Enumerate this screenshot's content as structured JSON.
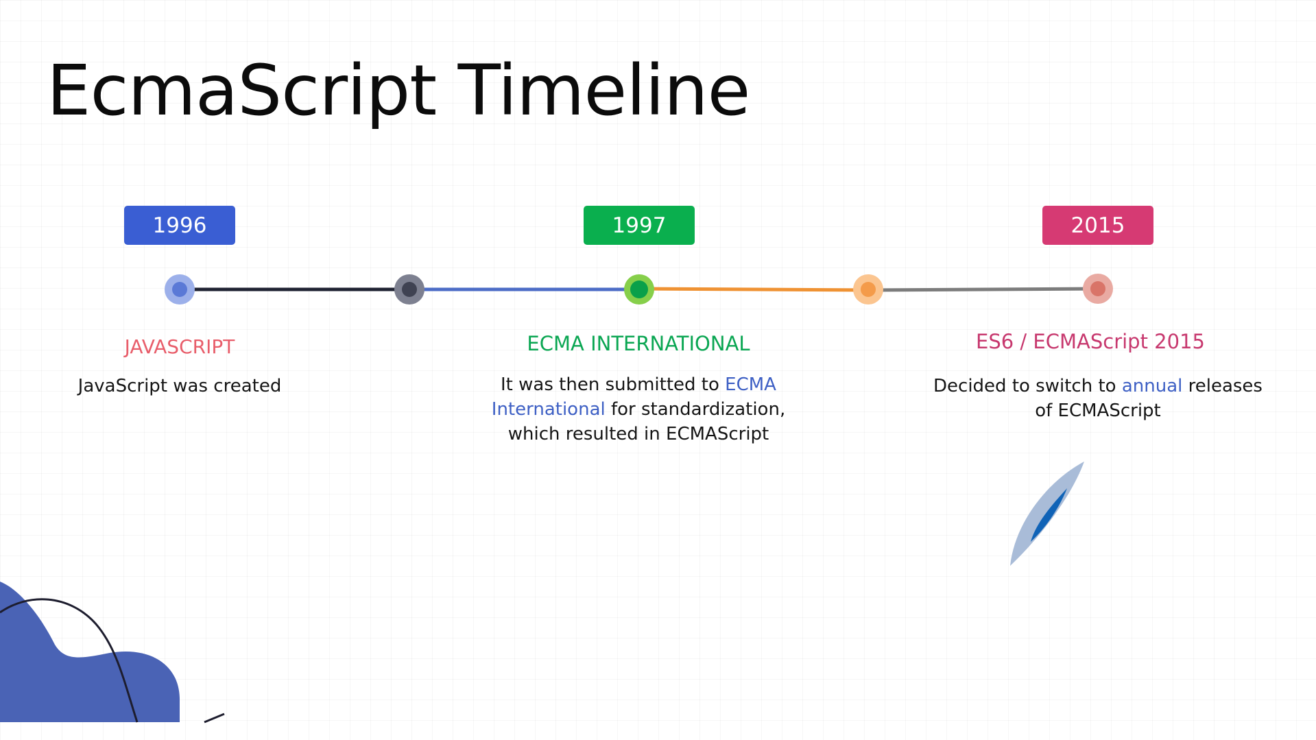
{
  "slide": {
    "title": "EcmaScript Timeline"
  },
  "colors": {
    "blue": "#3a5ed3",
    "green": "#0aaf4e",
    "pink": "#d63a73",
    "link_blue": "#3d5fc4",
    "heading_red": "#e85d6a",
    "heading_pink": "#c7386e"
  },
  "timeline": {
    "years": [
      {
        "label": "1996",
        "color": "#3a5ed3"
      },
      {
        "label": "1997",
        "color": "#0aaf4e"
      },
      {
        "label": "2015",
        "color": "#d63a73"
      }
    ],
    "events": [
      {
        "heading": "JAVASCRIPT",
        "description": "JavaScript was created"
      },
      {
        "heading": "ECMA INTERNATIONAL",
        "desc_line1_before": "It was then submitted to ",
        "desc_line1_highlight": "ECMA",
        "desc_line2_highlight": "International",
        "desc_line2_after": " for standardization,",
        "desc_line3": "which resulted in ECMAScript"
      },
      {
        "heading": "ES6 / ECMAScript 2015",
        "desc_line1_before": "Decided to switch to ",
        "desc_line1_highlight": "annual",
        "desc_line1_after": " releases",
        "desc_line2": "of ECMAScript"
      }
    ]
  }
}
